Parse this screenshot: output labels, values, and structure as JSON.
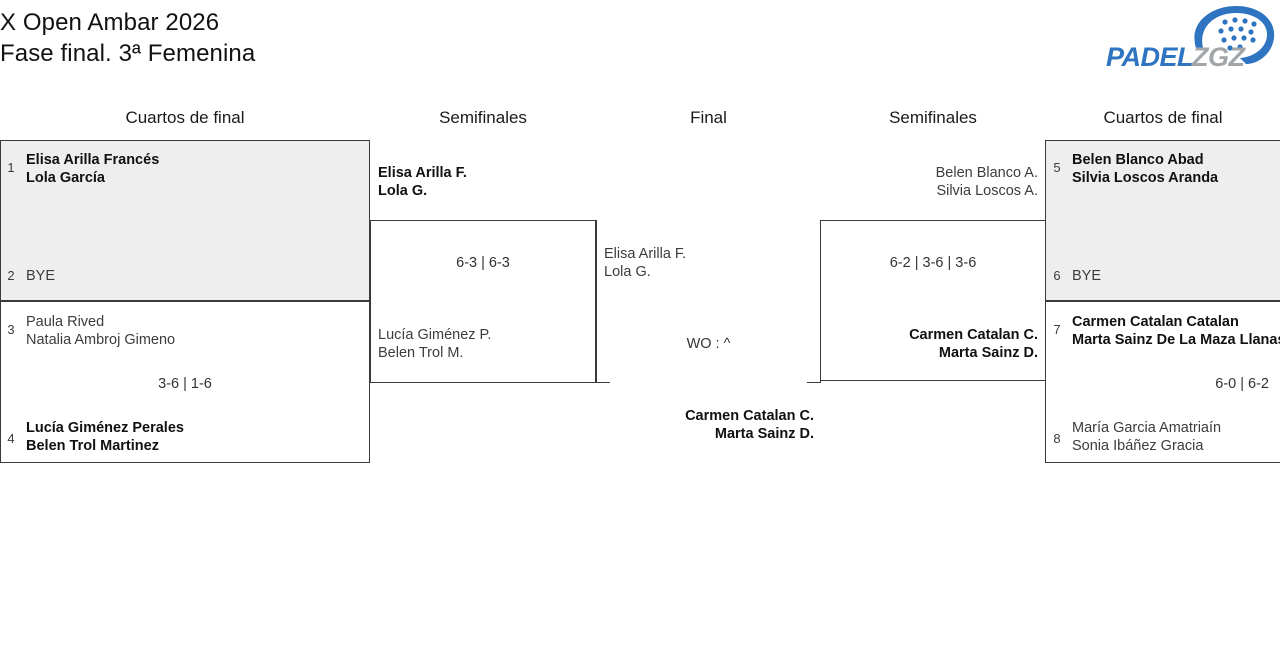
{
  "header": {
    "title_line1": "X Open Ambar 2026",
    "title_line2": "Fase final. 3ª Femenina",
    "logo": {
      "text_primary": "PADEL",
      "text_secondary": "ZGZ",
      "color_primary": "#2f74c0",
      "color_secondary": "#a3a6a8"
    }
  },
  "rounds": {
    "left_quarters": "Cuartos de final",
    "left_semis": "Semifinales",
    "final": "Final",
    "right_semis": "Semifinales",
    "right_quarters": "Cuartos de final"
  },
  "bracket": {
    "left_quarterfinals": [
      {
        "shaded": true,
        "top": {
          "seed": "1",
          "player1": "Elisa Arilla Francés",
          "player2": "Lola García",
          "result": "win"
        },
        "bottom": {
          "seed": "2",
          "bye_label": "BYE",
          "result": "bye"
        },
        "score": ""
      },
      {
        "shaded": false,
        "top": {
          "seed": "3",
          "player1": "Paula Rived",
          "player2": "Natalia Ambroj Gimeno",
          "result": "lose"
        },
        "bottom": {
          "seed": "4",
          "player1": "Lucía Giménez Perales",
          "player2": "Belen Trol Martinez",
          "result": "win"
        },
        "score": "3-6 | 1-6"
      }
    ],
    "left_semifinal": {
      "top": {
        "player1": "Elisa Arilla F.",
        "player2": "Lola G.",
        "result": "win"
      },
      "bottom": {
        "player1": "Lucía Giménez P.",
        "player2": "Belen Trol M.",
        "result": "lose"
      },
      "score": "6-3 | 6-3"
    },
    "final_match": {
      "top": {
        "player1": "Elisa Arilla F.",
        "player2": "Lola G.",
        "result": "lose"
      },
      "bottom": {
        "player1": "Carmen Catalan C.",
        "player2": "Marta Sainz D.",
        "result": "win"
      },
      "score": "WO : ^"
    },
    "right_semifinal": {
      "top": {
        "player1": "Belen Blanco A.",
        "player2": "Silvia Loscos A.",
        "result": "lose"
      },
      "bottom": {
        "player1": "Carmen Catalan C.",
        "player2": "Marta Sainz D.",
        "result": "win"
      },
      "score": "6-2 | 3-6 | 3-6"
    },
    "right_quarterfinals": [
      {
        "shaded": true,
        "top": {
          "seed": "5",
          "player1": "Belen Blanco Abad",
          "player2": "Silvia Loscos Aranda",
          "result": "win"
        },
        "bottom": {
          "seed": "6",
          "bye_label": "BYE",
          "result": "bye"
        },
        "score": ""
      },
      {
        "shaded": false,
        "top": {
          "seed": "7",
          "player1": "Carmen Catalan Catalan",
          "player2": "Marta Sainz De La Maza Llanas",
          "result": "win"
        },
        "bottom": {
          "seed": "8",
          "player1": "María Garcia Amatriaín",
          "player2": "Sonia Ibáñez Gracia",
          "result": "lose"
        },
        "score": "6-0 | 6-2"
      }
    ]
  }
}
